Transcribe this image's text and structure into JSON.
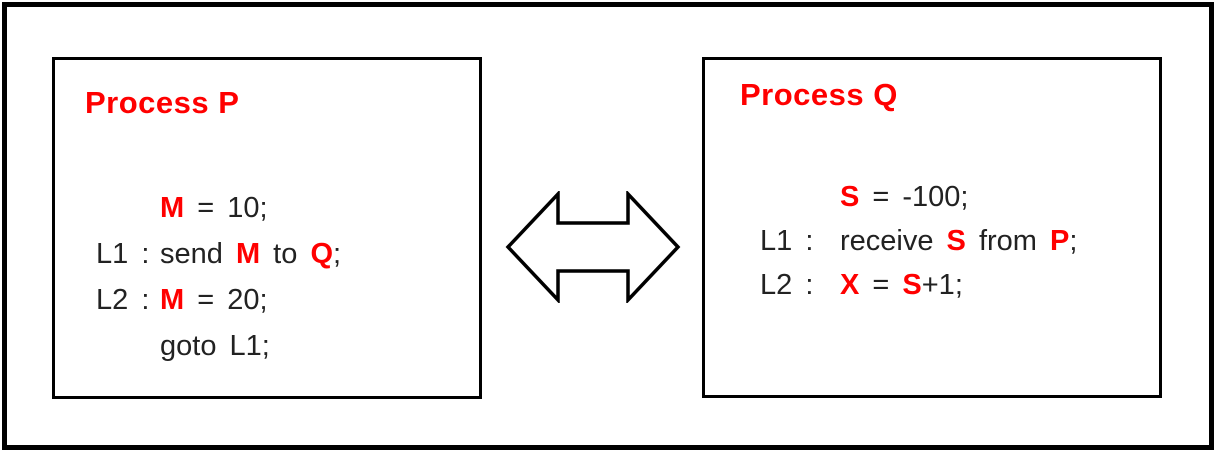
{
  "colors": {
    "accent_red": "#ff0000",
    "text_black": "#222222",
    "border_black": "#000000",
    "background": "#ffffff"
  },
  "process_p": {
    "title": "Process P",
    "lines": [
      {
        "label": "",
        "segments": [
          {
            "text": "M",
            "red": true
          },
          {
            "text": " = 10;",
            "red": false
          }
        ]
      },
      {
        "label": "L1 :",
        "segments": [
          {
            "text": "send ",
            "red": false
          },
          {
            "text": "M",
            "red": true
          },
          {
            "text": " to ",
            "red": false
          },
          {
            "text": "Q",
            "red": true
          },
          {
            "text": ";",
            "red": false
          }
        ]
      },
      {
        "label": "L2 :",
        "segments": [
          {
            "text": "M",
            "red": true
          },
          {
            "text": " = 20;",
            "red": false
          }
        ]
      },
      {
        "label": "",
        "segments": [
          {
            "text": "goto L1;",
            "red": false
          }
        ]
      }
    ]
  },
  "process_q": {
    "title": "Process Q",
    "lines": [
      {
        "label": "",
        "segments": [
          {
            "text": "S",
            "red": true
          },
          {
            "text": " = -100;",
            "red": false
          }
        ]
      },
      {
        "label": "L1 :",
        "segments": [
          {
            "text": "receive ",
            "red": false
          },
          {
            "text": "S",
            "red": true
          },
          {
            "text": " from ",
            "red": false
          },
          {
            "text": "P",
            "red": true
          },
          {
            "text": ";",
            "red": false
          }
        ]
      },
      {
        "label": "L2 :",
        "segments": [
          {
            "text": "X",
            "red": true
          },
          {
            "text": " = ",
            "red": false
          },
          {
            "text": "S",
            "red": true
          },
          {
            "text": "+1;",
            "red": false
          }
        ]
      }
    ]
  },
  "arrow": {
    "icon": "double-headed-horizontal-arrow"
  }
}
